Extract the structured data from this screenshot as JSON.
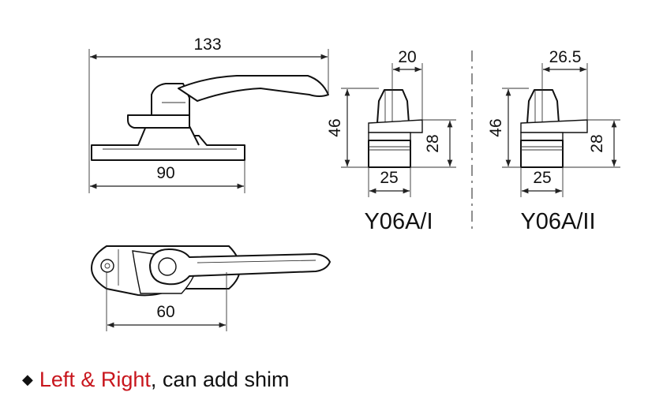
{
  "dimensions": {
    "side_overall": "133",
    "side_base": "90",
    "end1_top": "20",
    "end1_height": "46",
    "end1_right": "28",
    "end1_bottom": "25",
    "end2_top": "26.5",
    "end2_height": "46",
    "end2_right": "28",
    "end2_bottom": "25",
    "top_view_base": "60"
  },
  "models": {
    "variant_1": "Y06A/I",
    "variant_2": "Y06A/II"
  },
  "note": {
    "highlight": "Left & Right",
    "rest": ", can add shim",
    "highlight_color": "#c8161d"
  }
}
